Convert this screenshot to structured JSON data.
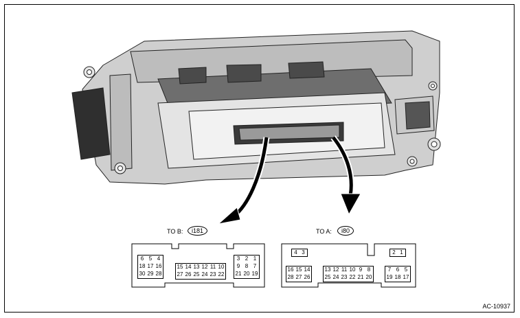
{
  "figure_id": "AC-10937",
  "connector_b": {
    "label": "TO B:",
    "tag": "i181",
    "left_block": [
      [
        "6",
        "5",
        "4"
      ],
      [
        "18",
        "17",
        "16"
      ],
      [
        "30",
        "29",
        "28"
      ]
    ],
    "middle_block": [
      [
        "15",
        "14",
        "13",
        "12",
        "11",
        "10"
      ],
      [
        "27",
        "26",
        "25",
        "24",
        "23",
        "22"
      ]
    ],
    "right_block": [
      [
        "3",
        "2",
        "1"
      ],
      [
        "9",
        "8",
        "7"
      ],
      [
        "21",
        "20",
        "19"
      ]
    ]
  },
  "connector_a": {
    "label": "TO A:",
    "tag": "i80",
    "top_left": [
      "4",
      "3"
    ],
    "top_right": [
      "2",
      "1"
    ],
    "left_block": [
      [
        "16",
        "15",
        "14"
      ],
      [
        "28",
        "27",
        "26"
      ]
    ],
    "middle_block": [
      [
        "13",
        "12",
        "11",
        "10",
        "9",
        "8"
      ],
      [
        "25",
        "24",
        "23",
        "22",
        "21",
        "20"
      ]
    ],
    "right_block": [
      [
        "7",
        "6",
        "5"
      ],
      [
        "19",
        "18",
        "17"
      ]
    ]
  }
}
